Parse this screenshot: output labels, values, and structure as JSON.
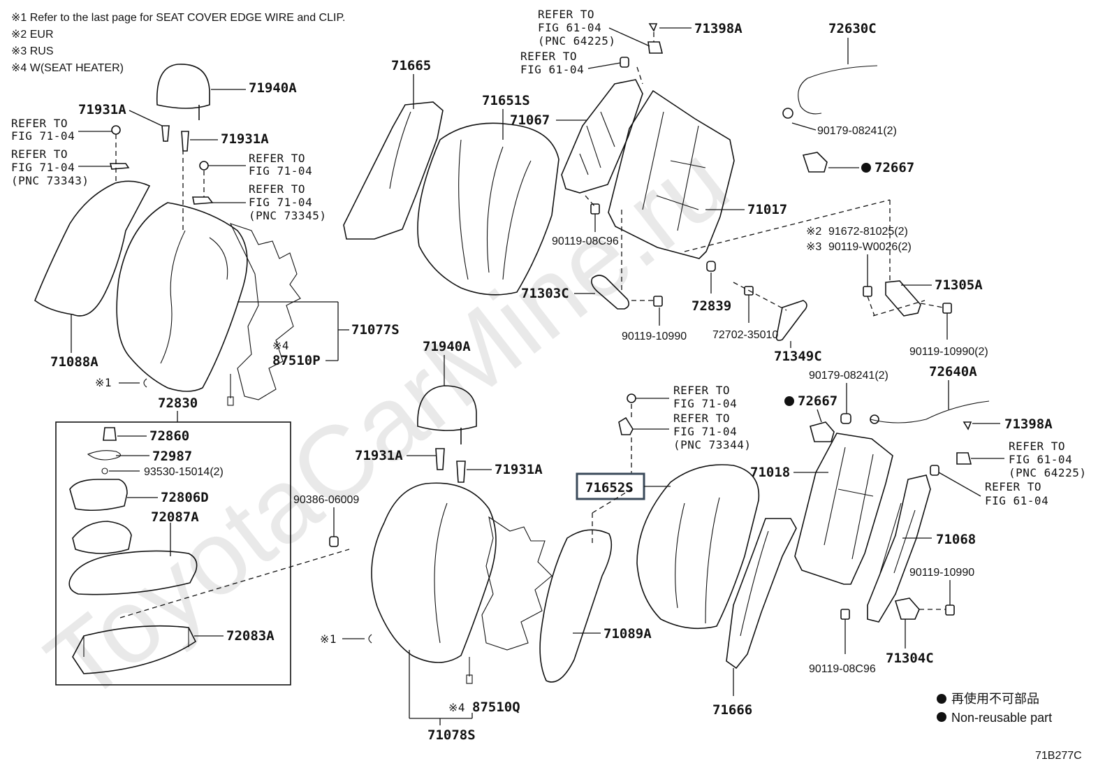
{
  "notes": [
    "※1 Refer to the last page for SEAT COVER EDGE WIRE and CLIP.",
    "※2 EUR",
    "※3 RUS",
    "※4 W(SEAT HEATER)"
  ],
  "watermark": "ToyotaCarMine.ru",
  "figure_code": "71B277C",
  "legend": {
    "jp": "再使用不可部品",
    "en": "Non-reusable part"
  },
  "highlighted_part": "71652S",
  "colors": {
    "line": "#111111",
    "highlight_border": "#3a4a5a",
    "watermark": "#e9e9e9"
  },
  "labels": {
    "refer_71_04": [
      "REFER TO",
      "FIG 71-04"
    ],
    "refer_71_04_73343": [
      "REFER TO",
      "FIG 71-04",
      "(PNC 73343)"
    ],
    "refer_71_04_73345": [
      "REFER TO",
      "FIG 71-04",
      "(PNC 73345)"
    ],
    "refer_71_04_73344": [
      "REFER TO",
      "FIG 71-04",
      "(PNC 73344)"
    ],
    "refer_61_04": [
      "REFER TO",
      "FIG 61-04"
    ],
    "refer_61_04_64225": [
      "REFER TO",
      "FIG 61-04",
      "(PNC 64225)"
    ],
    "p71940A": "71940A",
    "p71931A": "71931A",
    "p71088A": "71088A",
    "p71077S": "71077S",
    "p87510P": "87510P",
    "p72830": "72830",
    "p72860": "72860",
    "p72987": "72987",
    "p93530": "93530-15014(2)",
    "p72806D": "72806D",
    "p72087A": "72087A",
    "p72083A": "72083A",
    "p90386": "90386-06009",
    "p71665": "71665",
    "p71651S": "71651S",
    "p71067": "71067",
    "p71017": "71017",
    "p90119_08C96": "90119-08C96",
    "p71303C": "71303C",
    "p90119_10990": "90119-10990",
    "p72839": "72839",
    "p72702": "72702-35010",
    "p71349C": "71349C",
    "p71398A": "71398A",
    "p72630C": "72630C",
    "p90179_2": "90179-08241(2)",
    "p72667": "72667",
    "p91672": "91672-81025(2)",
    "p90119_W0026": "90119-W0026(2)",
    "p71305A": "71305A",
    "p90119_10990_2": "90119-10990(2)",
    "p72640A": "72640A",
    "p71018": "71018",
    "p71068": "71068",
    "p71304C": "71304C",
    "p71652S": "71652S",
    "p71089A": "71089A",
    "p71666": "71666",
    "p71078S": "71078S",
    "p87510Q": "87510Q",
    "mark1": "※1",
    "mark2": "※2",
    "mark3": "※3",
    "mark4": "※4"
  }
}
